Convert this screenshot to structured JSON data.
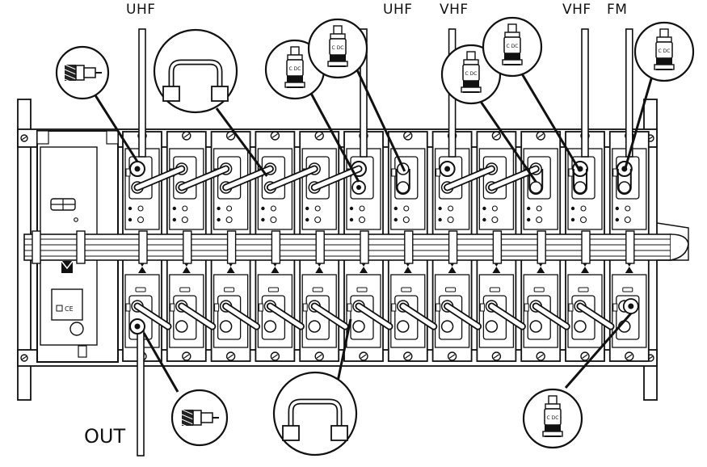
{
  "labels": {
    "uhf_left": "UHF",
    "uhf_mid": "UHF",
    "vhf_mid": "VHF",
    "vhf_right": "VHF",
    "fm": "FM",
    "out": "OUT"
  },
  "modules": {
    "count": 12,
    "top_inputs": [
      1,
      6,
      8,
      11,
      12
    ],
    "top_ports": [
      "connector",
      "bridge",
      "bridge",
      "bridge",
      "bridge",
      "terminator",
      "connector",
      "connector",
      "bridge",
      "bridge",
      "connector",
      "connector"
    ]
  },
  "callouts": [
    {
      "name": "f-connector-callout"
    },
    {
      "name": "bridge-cable-callout"
    },
    {
      "name": "terminator-callout"
    },
    {
      "name": "terminator-callout"
    },
    {
      "name": "terminator-callout"
    },
    {
      "name": "terminator-callout"
    },
    {
      "name": "terminator-callout"
    },
    {
      "name": "f-connector-callout"
    },
    {
      "name": "bridge-cable-callout"
    },
    {
      "name": "terminator-callout"
    }
  ],
  "icon_text": {
    "terminator": "C DC",
    "ce_mark": "CE"
  },
  "colors": {
    "stroke": "#111111",
    "fill": "#ffffff",
    "mesh": "#222222"
  }
}
